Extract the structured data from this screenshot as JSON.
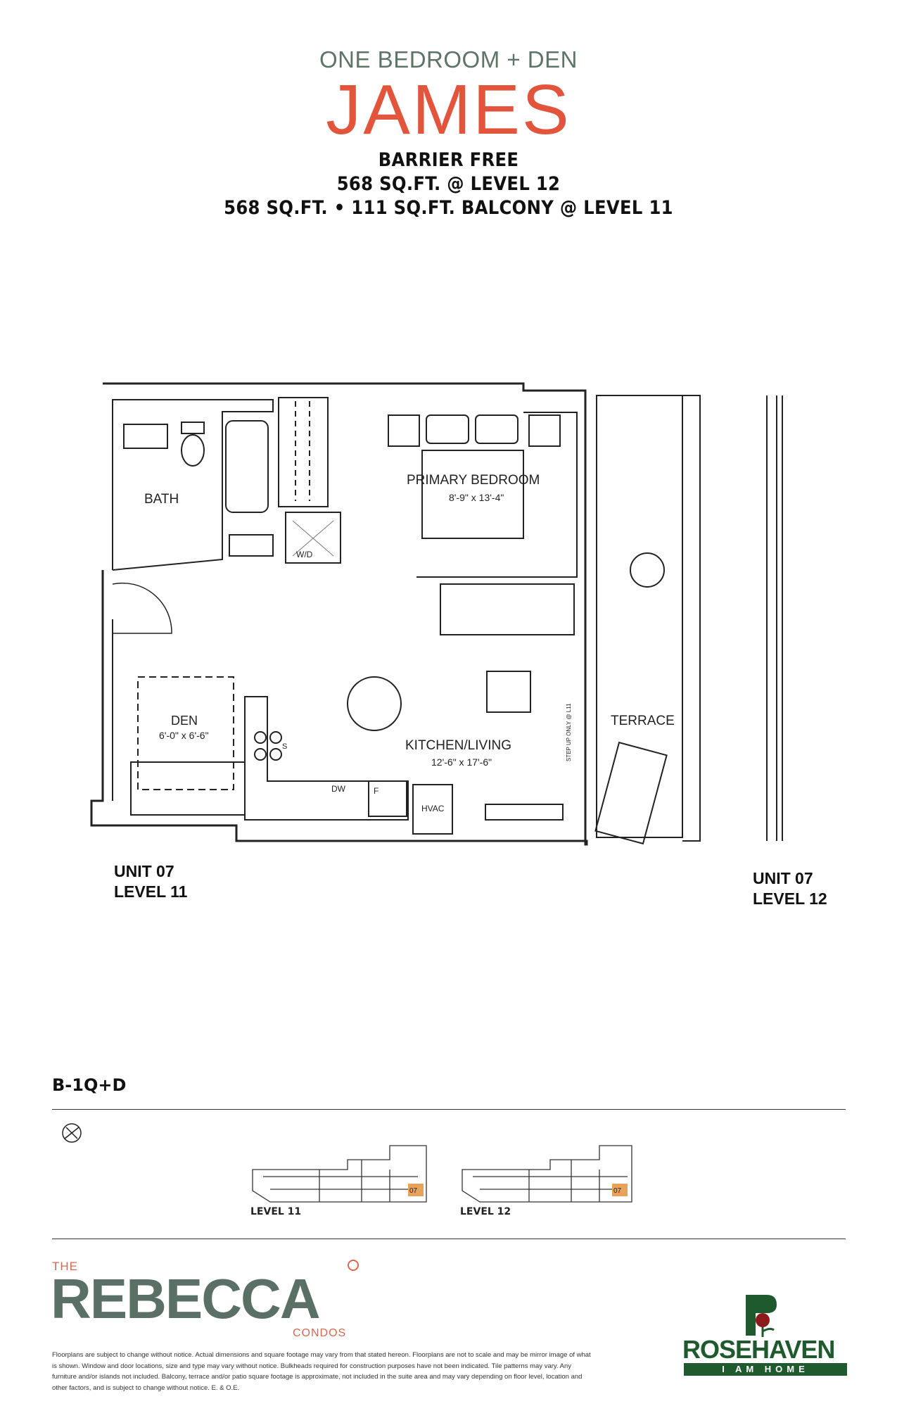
{
  "header": {
    "subtitle": "ONE BEDROOM + DEN",
    "title": "JAMES",
    "spec_lines": [
      "BARRIER FREE",
      "568 SQ.FT. @ LEVEL 12",
      "568 SQ.FT. • 111 SQ.FT. BALCONY @ LEVEL 11"
    ]
  },
  "plan": {
    "rooms": {
      "bath": "BATH",
      "bedroom_name": "PRIMARY BEDROOM",
      "bedroom_dim": "8'-9\" x 13'-4\"",
      "den_name": "DEN",
      "den_dim": "6'-0\" x 6'-6\"",
      "living_name": "KITCHEN/LIVING",
      "living_dim": "12'-6\" x 17'-6\"",
      "terrace": "TERRACE"
    },
    "fixtures": {
      "wd": "W/D",
      "dw": "DW",
      "fridge": "F",
      "hvac": "HVAC",
      "sink": "S",
      "step": "STEP UP ONLY @ L11"
    }
  },
  "units": {
    "left": {
      "unit": "UNIT 07",
      "level": "LEVEL 11"
    },
    "right": {
      "unit": "UNIT 07",
      "level": "LEVEL 12"
    }
  },
  "key_plan": {
    "code": "B-1Q+D",
    "unit_number": "07",
    "level_labels": [
      "LEVEL 11",
      "LEVEL 12"
    ],
    "highlight_color": "#e8a35a"
  },
  "footer": {
    "brand_the": "THE",
    "brand_name": "REBECCA",
    "brand_condos": "CONDOS",
    "disclaimer": "Floorplans are subject to change without notice. Actual dimensions and square footage may vary from that stated hereon. Floorplans are not to scale and may be mirror image of what is shown. Window and door locations, size and type may vary without notice. Bulkheads required for construction purposes have not been indicated. Tile patterns may vary. Any furniture and/or islands not included. Balcony, terrace and/or patio square footage is approximate, not included in the suite area and may vary depending on floor level, location and other factors, and is subject to change without notice. E. & O.E.",
    "developer": "ROSEHAVEN",
    "developer_tagline": "I AM HOME"
  },
  "colors": {
    "accent": "#e2553c",
    "sage": "#5a7066",
    "developer_green": "#1f5a2f"
  }
}
